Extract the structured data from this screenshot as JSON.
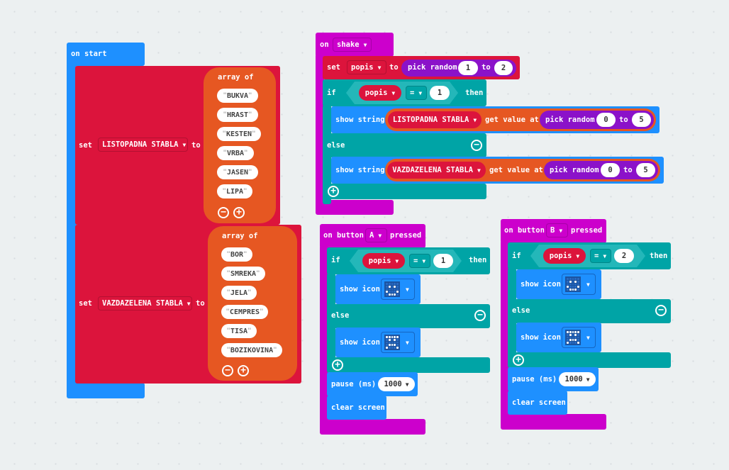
{
  "on_start": {
    "header": "on start",
    "set1": {
      "set_label": "set",
      "variable": "LISTOPADNA STABLA",
      "to_label": "to",
      "array_label": "array of",
      "items": [
        "BUKVA",
        "HRAST",
        "KESTEN",
        "VRBA",
        "JASEN",
        "LIPA"
      ]
    },
    "set2": {
      "set_label": "set",
      "variable": "VAZDAZELENA STABLA",
      "to_label": "to",
      "array_label": "array of",
      "items": [
        "BOR",
        "SMREKA",
        "JELA",
        "CEMPRES",
        "TISA",
        "BOZIKOVINA"
      ]
    }
  },
  "on_shake": {
    "on_label": "on",
    "gesture": "shake",
    "set_label": "set",
    "variable": "popis",
    "to_label": "to",
    "pick_label": "pick random",
    "pick_from": "1",
    "pick_to_label": "to",
    "pick_to": "2",
    "if_label": "if",
    "cond_var": "popis",
    "cond_op": "=",
    "cond_val": "1",
    "then_label": "then",
    "show1": {
      "label": "show string",
      "array": "LISTOPADNA STABLA",
      "get_label": "get value at",
      "pick_label": "pick random",
      "from": "0",
      "to_label": "to",
      "to": "5"
    },
    "else_label": "else",
    "show2": {
      "label": "show string",
      "array": "VAZDAZELENA STABLA",
      "get_label": "get value at",
      "pick_label": "pick random",
      "from": "0",
      "to_label": "to",
      "to": "5"
    }
  },
  "button_a": {
    "on_label": "on button",
    "button": "A",
    "pressed_label": "pressed",
    "if_label": "if",
    "cond_var": "popis",
    "cond_op": "=",
    "cond_val": "1",
    "then_label": "then",
    "show_icon_label": "show icon",
    "else_label": "else",
    "show_icon_label2": "show icon",
    "pause_label": "pause (ms)",
    "pause_value": "1000",
    "clear_label": "clear screen"
  },
  "button_b": {
    "on_label": "on button",
    "button": "B",
    "pressed_label": "pressed",
    "if_label": "if",
    "cond_var": "popis",
    "cond_op": "=",
    "cond_val": "2",
    "then_label": "then",
    "show_icon_label": "show icon",
    "else_label": "else",
    "show_icon_label2": "show icon",
    "pause_label": "pause (ms)",
    "pause_value": "1000",
    "clear_label": "clear screen"
  }
}
